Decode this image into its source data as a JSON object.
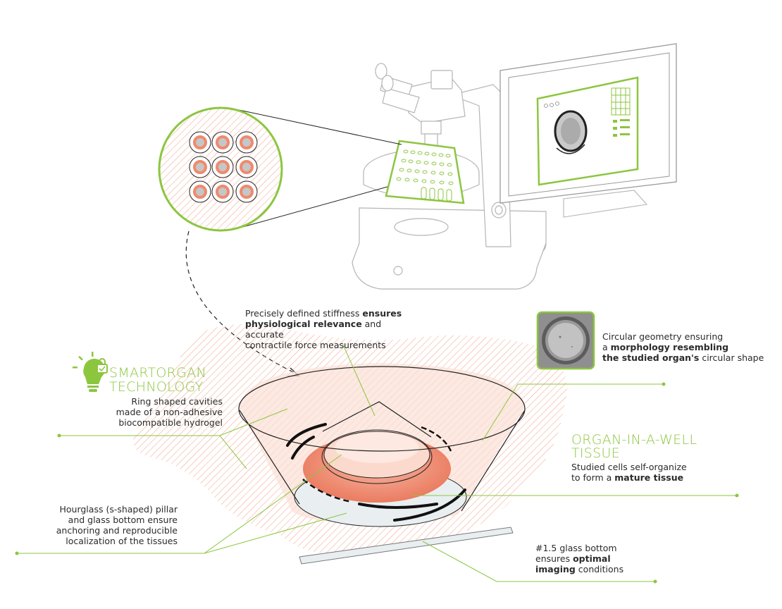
{
  "colors": {
    "accent": "#8cc63f",
    "tissue": "#ef8a6e",
    "hatch": "#f5b8a5",
    "line": "#222222"
  },
  "smartorgan": {
    "title_line1": "SMARTORGAN",
    "title_line2": "TECHNOLOGY",
    "desc_line1": "Ring shaped cavities",
    "desc_line2": "made of a non-adhesive",
    "desc_line3": "biocompatible hydrogel",
    "icon": "lightbulb-lock-icon"
  },
  "stiffness": {
    "pre": "Precisely defined stiffness ",
    "bold1": "ensures",
    "bold2": "physiological relevance",
    "post": " and accurate",
    "line3": "contractile force measurements"
  },
  "circular": {
    "line1": "Circular geometry ensuring",
    "pre": "a ",
    "bold1": "morphology resembling",
    "bold2": "the studied organ's",
    "post": " circular shape"
  },
  "organ_in_well": {
    "title_line1": "ORGAN-IN-A-WELL",
    "title_line2": "TISSUE",
    "line1": "Studied cells self-organize",
    "pre": "to form a ",
    "bold": "mature tissue"
  },
  "hourglass": {
    "line1": "Hourglass (s-shaped) pillar",
    "line2": "and glass bottom ensure",
    "line3": "anchoring and reproducible",
    "line4": "localization of the tissues"
  },
  "glass": {
    "line1": "#1.5 glass bottom",
    "pre": "ensures ",
    "bold1": "optimal",
    "bold2": "imaging",
    "post": " conditions"
  }
}
